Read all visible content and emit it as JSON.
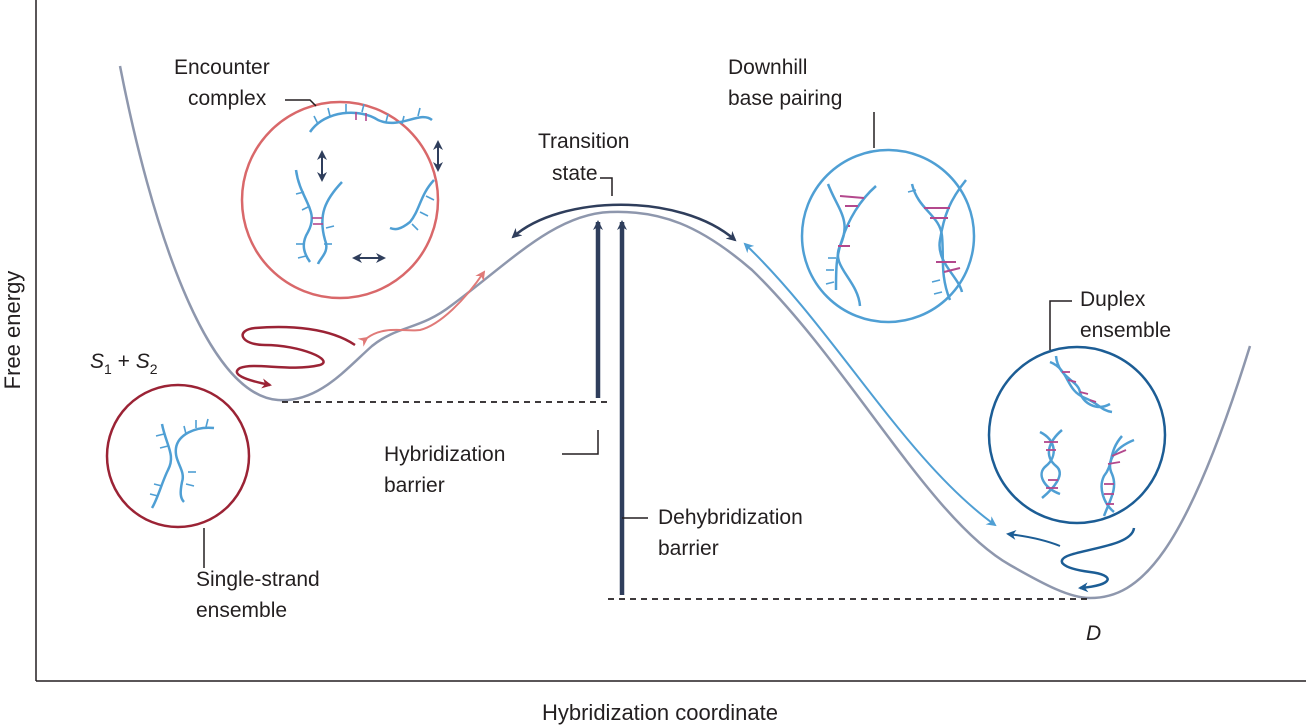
{
  "axes": {
    "x_label": "Hybridization coordinate",
    "y_label": "Free energy"
  },
  "labels": {
    "encounter_complex": [
      "Encounter",
      "complex"
    ],
    "transition_state": [
      "Transition",
      "state"
    ],
    "downhill_base_pairing": [
      "Downhill",
      "base pairing"
    ],
    "duplex_ensemble": [
      "Duplex",
      "ensemble"
    ],
    "s1_s2": {
      "s": "S",
      "sub1": "1",
      "plus": " + ",
      "s2": "S",
      "sub2": "2"
    },
    "single_strand_ensemble": [
      "Single-strand",
      "ensemble"
    ],
    "hybridization_barrier": [
      "Hybridization",
      "barrier"
    ],
    "dehybridization_barrier": [
      "Dehybridization",
      "barrier"
    ],
    "duplex_state": "D"
  },
  "colors": {
    "curve": "#8e97ad",
    "encounter_circle": "#d9686a",
    "single_strand_circle": "#9b2335",
    "downhill_circle": "#4f9fd4",
    "duplex_circle": "#1c5d95",
    "strand": "#4f9fd4",
    "base_pair": "#b3488d",
    "dark_arrow": "#2f3e5c",
    "text": "#231f20"
  }
}
